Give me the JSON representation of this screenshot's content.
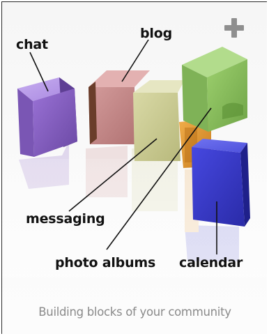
{
  "blocks": {
    "chat": "chat",
    "blog": "blog",
    "messaging": "messaging",
    "photo_albums": "photo albums",
    "calendar": "calendar"
  },
  "tagline": "Building blocks of your community",
  "icons": {
    "add": "plus-icon"
  },
  "colors": {
    "chat": "#8b64c4",
    "blog": "#c98a8a",
    "messaging": "#cfcf96",
    "photo_albums": "#8fc263",
    "orange": "#e89a30",
    "calendar": "#3a3ccc",
    "plus": "#8f8f8f",
    "tagline": "#8a8a8a"
  }
}
